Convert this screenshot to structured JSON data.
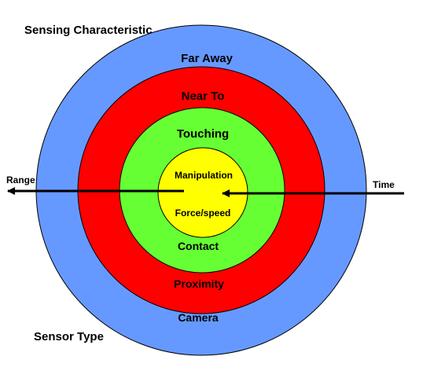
{
  "diagram": {
    "top_caption": "Sensing Characteristic",
    "bottom_caption": "Sensor Type",
    "axes": {
      "left": "Range",
      "right": "Time"
    },
    "rings": [
      {
        "characteristic": "Far Away",
        "sensor": "Camera",
        "color": "#6699FF"
      },
      {
        "characteristic": "Near To",
        "sensor": "Proximity",
        "color": "#FF0000"
      },
      {
        "characteristic": "Touching",
        "sensor": "Contact",
        "color": "#66FF33"
      },
      {
        "characteristic": "Manipulation",
        "sensor": "Force/speed",
        "color": "#FFFF00"
      }
    ]
  }
}
